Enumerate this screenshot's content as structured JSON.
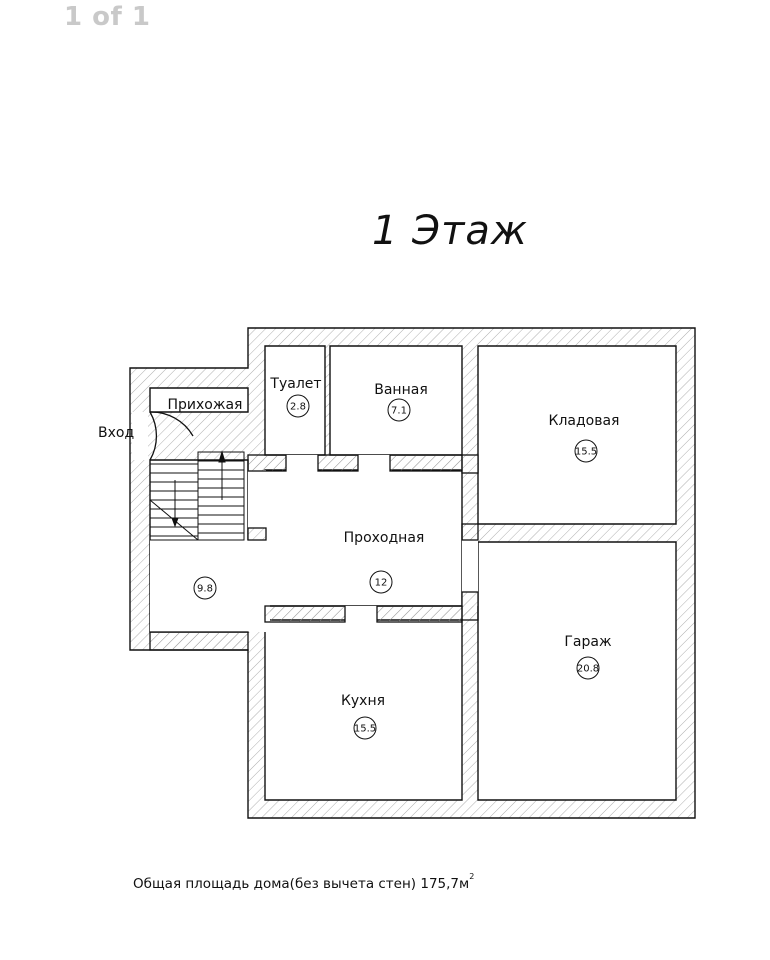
{
  "viewer": {
    "page_indicator": "1 of 1"
  },
  "plan": {
    "title": "1 Этаж",
    "entrance_label": "Вход",
    "rooms": [
      {
        "name": "Прихожая",
        "area": "9.8"
      },
      {
        "name": "Туалет",
        "area": "2.8"
      },
      {
        "name": "Ванная",
        "area": "7.1"
      },
      {
        "name": "Кладовая",
        "area": "15.5"
      },
      {
        "name": "Проходная",
        "area": "12"
      },
      {
        "name": "Кухня",
        "area": "15.5"
      },
      {
        "name": "Гараж",
        "area": "20.8"
      }
    ],
    "total_area_text": "Общая площадь дома(без вычета стен) 175,7м",
    "total_area_superscript": "2"
  },
  "colors": {
    "wall_line": "#111111",
    "hatch": "#9a9a9a",
    "page_indicator": "#c9c9c9"
  }
}
